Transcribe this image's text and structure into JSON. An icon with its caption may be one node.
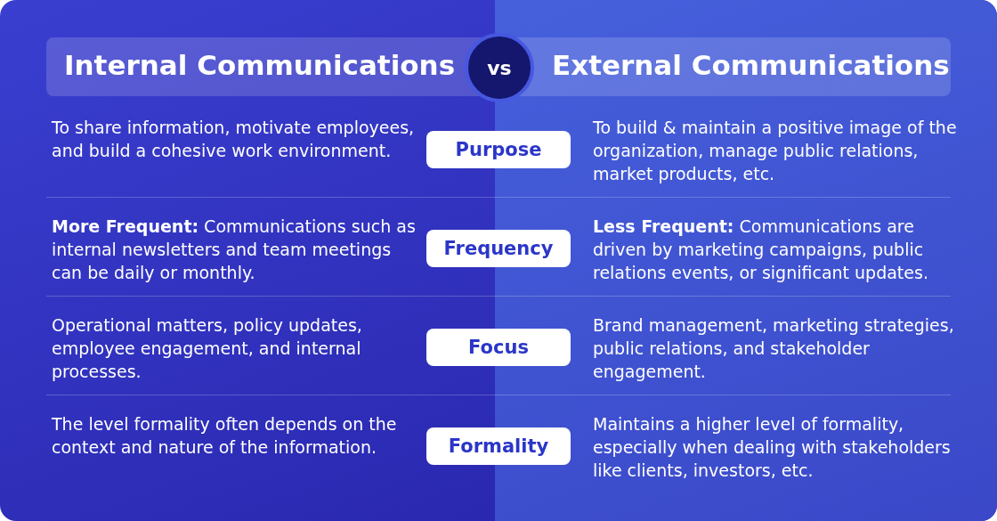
{
  "diagram": {
    "labels": [
      "Internal Communications",
      "vs",
      "External Communications",
      "To share information, motivate employees, and build a cohesive work environment.",
      "Purpose",
      "To build & maintain a positive image of the organization, manage public relations, market products, etc.",
      "**More Frequent:** Communications such as internal newsletters and team meetings can be daily or monthly.",
      "Frequency",
      "**Less Frequent:** Communications are driven by marketing campaigns, public relations events, or significant updates.",
      "Operational matters, policy updates, employee engagement, and internal processes.",
      "Focus",
      "Brand management, marketing strategies, public relations, and stakeholder engagement.",
      "The level formality often depends on the context and nature of the information.",
      "Formality",
      "Maintains a higher level of formality, especially when dealing with stakeholders like clients, investors, etc."
    ]
  }
}
